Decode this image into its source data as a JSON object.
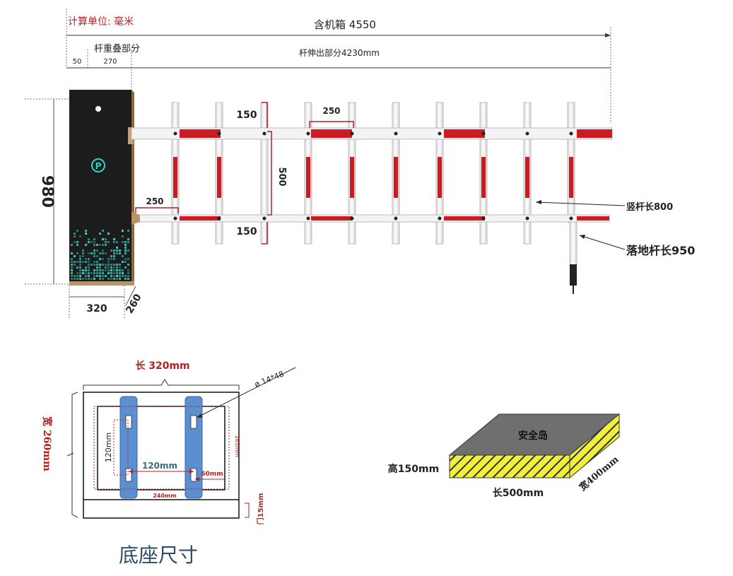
{
  "labels": {
    "unit_note": "计算单位:  毫米",
    "total_length": "含机箱 4550",
    "overlap_part": "杆重叠部分",
    "dim_50": "50",
    "dim_270": "270",
    "arm_extension": "杆伸出部分4230mm",
    "cabinet_height": "980",
    "cabinet_width": "320",
    "cabinet_depth": "260",
    "top_gap": "150",
    "bottom_gap": "150",
    "fence_height": "500",
    "picket_spacing_top": "250",
    "picket_spacing_bottom": "250",
    "vertical_bar_length": "竖杆长800",
    "floor_pole_length": "落地杆长950"
  },
  "base": {
    "length_label": "长 320mm",
    "width_label": "宽 260mm",
    "hole_label": "ø 14*48",
    "inner_v_label": "120mm",
    "inner_h_label": "120mm",
    "edge_label": "60mm",
    "right_label": "165mm",
    "bottom_label": "240mm",
    "side_label": "门15mm",
    "title": "底座尺寸"
  },
  "island": {
    "top_label": "安全岛",
    "height_label": "高150mm",
    "length_label": "长500mm",
    "width_label": "宽400mm"
  },
  "colors": {
    "red": "#cc1b22",
    "dim_red": "#b22222",
    "cabinet": "#1c1c1c",
    "teal": "#2ad6c8",
    "blue": "#5b8fd0",
    "island_top": "#6f6f6f",
    "island_side": "#f2ef3a"
  }
}
